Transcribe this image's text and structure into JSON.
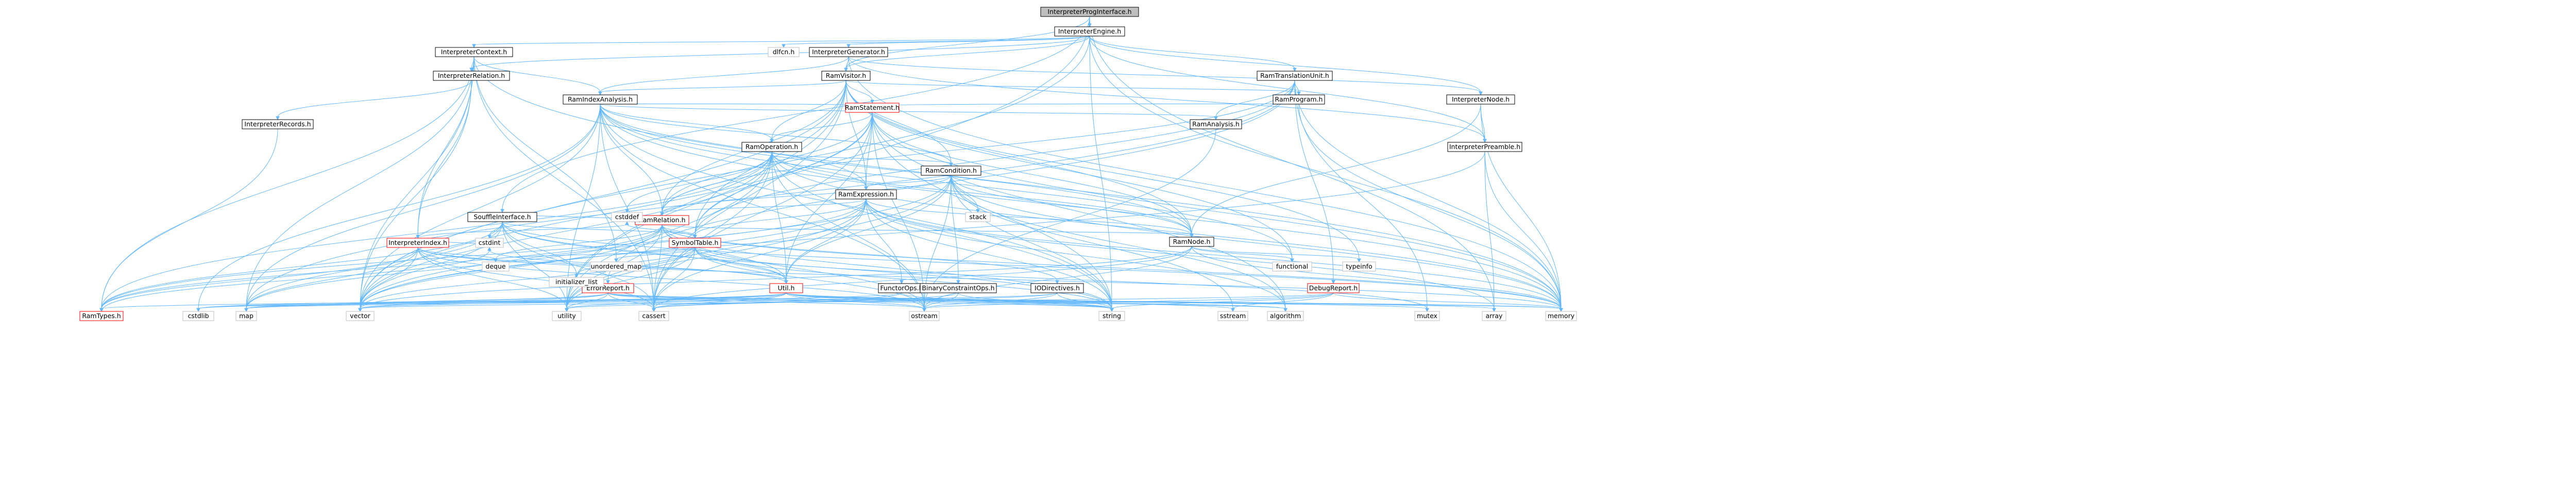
{
  "colors": {
    "root_fill": "#bfbfbf",
    "node_fill": "#ffffff",
    "node_stroke": "#000000",
    "truncated_stroke": "#ff0000",
    "system_stroke": "#bfbfbf",
    "edge": "#63b8ff",
    "text": "#000000"
  },
  "nodes": [
    {
      "id": "root",
      "label": "InterpreterProgInterface.h",
      "kind": "root"
    },
    {
      "id": "engine",
      "label": "InterpreterEngine.h",
      "kind": "local"
    },
    {
      "id": "context",
      "label": "InterpreterContext.h",
      "kind": "local"
    },
    {
      "id": "dlfcn",
      "label": "dlfcn.h",
      "kind": "system"
    },
    {
      "id": "generator",
      "label": "InterpreterGenerator.h",
      "kind": "local"
    },
    {
      "id": "relation",
      "label": "InterpreterRelation.h",
      "kind": "local"
    },
    {
      "id": "visitor",
      "label": "RamVisitor.h",
      "kind": "local"
    },
    {
      "id": "transunit",
      "label": "RamTranslationUnit.h",
      "kind": "local"
    },
    {
      "id": "indexanalysis",
      "label": "RamIndexAnalysis.h",
      "kind": "local"
    },
    {
      "id": "program",
      "label": "RamProgram.h",
      "kind": "local"
    },
    {
      "id": "interpnode",
      "label": "InterpreterNode.h",
      "kind": "local"
    },
    {
      "id": "records",
      "label": "InterpreterRecords.h",
      "kind": "local"
    },
    {
      "id": "statement",
      "label": "RamStatement.h",
      "kind": "truncated"
    },
    {
      "id": "analysis",
      "label": "RamAnalysis.h",
      "kind": "local"
    },
    {
      "id": "preamble",
      "label": "InterpreterPreamble.h",
      "kind": "local"
    },
    {
      "id": "operation",
      "label": "RamOperation.h",
      "kind": "local"
    },
    {
      "id": "condition",
      "label": "RamCondition.h",
      "kind": "local"
    },
    {
      "id": "souffle",
      "label": "SouffleInterface.h",
      "kind": "local"
    },
    {
      "id": "expression",
      "label": "RamExpression.h",
      "kind": "local"
    },
    {
      "id": "ramrelation",
      "label": "RamRelation.h",
      "kind": "truncated"
    },
    {
      "id": "ramnode",
      "label": "RamNode.h",
      "kind": "local"
    },
    {
      "id": "interpindex",
      "label": "InterpreterIndex.h",
      "kind": "truncated"
    },
    {
      "id": "symtab",
      "label": "SymbolTable.h",
      "kind": "truncated"
    },
    {
      "id": "errorreport",
      "label": "ErrorReport.h",
      "kind": "truncated"
    },
    {
      "id": "util",
      "label": "Util.h",
      "kind": "truncated"
    },
    {
      "id": "functorops",
      "label": "FunctorOps.h",
      "kind": "local"
    },
    {
      "id": "binconstr",
      "label": "BinaryConstraintOps.h",
      "kind": "local"
    },
    {
      "id": "iodirectives",
      "label": "IODirectives.h",
      "kind": "local"
    },
    {
      "id": "debugreport",
      "label": "DebugReport.h",
      "kind": "truncated"
    },
    {
      "id": "ramtypes",
      "label": "RamTypes.h",
      "kind": "truncated"
    },
    {
      "id": "stack",
      "label": "stack",
      "kind": "system"
    },
    {
      "id": "cstdint",
      "label": "cstdint",
      "kind": "system"
    },
    {
      "id": "cstddef",
      "label": "cstddef",
      "kind": "system"
    },
    {
      "id": "cstdlib",
      "label": "cstdlib",
      "kind": "system"
    },
    {
      "id": "map",
      "label": "map",
      "kind": "system"
    },
    {
      "id": "vector",
      "label": "vector",
      "kind": "system"
    },
    {
      "id": "utility",
      "label": "utility",
      "kind": "system"
    },
    {
      "id": "initlist",
      "label": "initializer_list",
      "kind": "system"
    },
    {
      "id": "cassert",
      "label": "cassert",
      "kind": "system"
    },
    {
      "id": "deque",
      "label": "deque",
      "kind": "system"
    },
    {
      "id": "unordmap",
      "label": "unordered_map",
      "kind": "system"
    },
    {
      "id": "ostream",
      "label": "ostream",
      "kind": "system"
    },
    {
      "id": "string",
      "label": "string",
      "kind": "system"
    },
    {
      "id": "functional",
      "label": "functional",
      "kind": "system"
    },
    {
      "id": "typeinfo",
      "label": "typeinfo",
      "kind": "system"
    },
    {
      "id": "sstream",
      "label": "sstream",
      "kind": "system"
    },
    {
      "id": "algorithm",
      "label": "algorithm",
      "kind": "system"
    },
    {
      "id": "mutex",
      "label": "mutex",
      "kind": "system"
    },
    {
      "id": "array",
      "label": "array",
      "kind": "system"
    },
    {
      "id": "memory",
      "label": "memory",
      "kind": "system"
    }
  ],
  "edges": [
    [
      "root",
      "engine"
    ],
    [
      "root",
      "visitor"
    ],
    [
      "root",
      "souffle"
    ],
    [
      "root",
      "utility"
    ],
    [
      "root",
      "array"
    ],
    [
      "engine",
      "context"
    ],
    [
      "engine",
      "dlfcn"
    ],
    [
      "engine",
      "generator"
    ],
    [
      "engine",
      "relation"
    ],
    [
      "engine",
      "visitor"
    ],
    [
      "engine",
      "transunit"
    ],
    [
      "engine",
      "interpnode"
    ],
    [
      "engine",
      "preamble"
    ],
    [
      "engine",
      "memory"
    ],
    [
      "engine",
      "string"
    ],
    [
      "engine",
      "vector"
    ],
    [
      "context",
      "relation"
    ],
    [
      "context",
      "indexanalysis"
    ],
    [
      "context",
      "interpindex"
    ],
    [
      "context",
      "ramtypes"
    ],
    [
      "context",
      "map"
    ],
    [
      "context",
      "vector"
    ],
    [
      "context",
      "memory"
    ],
    [
      "context",
      "unordmap"
    ],
    [
      "context",
      "cassert"
    ],
    [
      "generator",
      "visitor"
    ],
    [
      "generator",
      "interpnode"
    ],
    [
      "generator",
      "preamble"
    ],
    [
      "generator",
      "indexanalysis"
    ],
    [
      "generator",
      "memory"
    ],
    [
      "relation",
      "records"
    ],
    [
      "relation",
      "interpindex"
    ],
    [
      "relation",
      "vector"
    ],
    [
      "visitor",
      "indexanalysis"
    ],
    [
      "visitor",
      "program"
    ],
    [
      "visitor",
      "statement"
    ],
    [
      "visitor",
      "operation"
    ],
    [
      "visitor",
      "condition"
    ],
    [
      "visitor",
      "expression"
    ],
    [
      "visitor",
      "ramnode"
    ],
    [
      "visitor",
      "symtab"
    ],
    [
      "visitor",
      "functional"
    ],
    [
      "visitor",
      "typeinfo"
    ],
    [
      "visitor",
      "vector"
    ],
    [
      "visitor",
      "utility"
    ],
    [
      "visitor",
      "cassert"
    ],
    [
      "visitor",
      "ramrelation"
    ],
    [
      "transunit",
      "program"
    ],
    [
      "transunit",
      "analysis"
    ],
    [
      "transunit",
      "errorreport"
    ],
    [
      "transunit",
      "debugreport"
    ],
    [
      "transunit",
      "symtab"
    ],
    [
      "transunit",
      "memory"
    ],
    [
      "transunit",
      "map"
    ],
    [
      "transunit",
      "mutex"
    ],
    [
      "transunit",
      "ramrelation"
    ],
    [
      "indexanalysis",
      "statement"
    ],
    [
      "indexanalysis",
      "analysis"
    ],
    [
      "indexanalysis",
      "operation"
    ],
    [
      "indexanalysis",
      "condition"
    ],
    [
      "indexanalysis",
      "expression"
    ],
    [
      "indexanalysis",
      "ramrelation"
    ],
    [
      "indexanalysis",
      "ramnode"
    ],
    [
      "indexanalysis",
      "cstdlib"
    ],
    [
      "indexanalysis",
      "map"
    ],
    [
      "indexanalysis",
      "vector"
    ],
    [
      "indexanalysis",
      "utility"
    ],
    [
      "indexanalysis",
      "cassert"
    ],
    [
      "indexanalysis",
      "ostream"
    ],
    [
      "indexanalysis",
      "string"
    ],
    [
      "indexanalysis",
      "iomanip"
    ],
    [
      "indexanalysis",
      "memory"
    ],
    [
      "indexanalysis",
      "functional"
    ],
    [
      "program",
      "statement"
    ],
    [
      "program",
      "memory"
    ],
    [
      "interpnode",
      "preamble"
    ],
    [
      "interpnode",
      "ramnode"
    ],
    [
      "interpnode",
      "memory"
    ],
    [
      "records",
      "ramtypes"
    ],
    [
      "statement",
      "operation"
    ],
    [
      "statement",
      "expression"
    ],
    [
      "statement",
      "ramrelation"
    ],
    [
      "statement",
      "ramnode"
    ],
    [
      "statement",
      "symtab"
    ],
    [
      "statement",
      "util"
    ],
    [
      "statement",
      "memory"
    ],
    [
      "statement",
      "string"
    ],
    [
      "statement",
      "vector"
    ],
    [
      "statement",
      "cassert"
    ],
    [
      "statement",
      "algorithm"
    ],
    [
      "statement",
      "ostream"
    ],
    [
      "analysis",
      "ostream"
    ],
    [
      "preamble",
      "vector"
    ],
    [
      "preamble",
      "memory"
    ],
    [
      "preamble",
      "array"
    ],
    [
      "operation",
      "condition"
    ],
    [
      "operation",
      "expression"
    ],
    [
      "operation",
      "ramrelation"
    ],
    [
      "operation",
      "ramnode"
    ],
    [
      "operation",
      "symtab"
    ],
    [
      "operation",
      "util"
    ],
    [
      "operation",
      "ramtypes"
    ],
    [
      "operation",
      "cstddef"
    ],
    [
      "operation",
      "vector"
    ],
    [
      "operation",
      "string"
    ],
    [
      "operation",
      "memory"
    ],
    [
      "operation",
      "utility"
    ],
    [
      "operation",
      "ostream"
    ],
    [
      "operation",
      "iomanip"
    ],
    [
      "operation",
      "cassert"
    ],
    [
      "condition",
      "expression"
    ],
    [
      "condition",
      "ramrelation"
    ],
    [
      "condition",
      "ramnode"
    ],
    [
      "condition",
      "binconstr"
    ],
    [
      "condition",
      "stack"
    ],
    [
      "condition",
      "util"
    ],
    [
      "condition",
      "vector"
    ],
    [
      "condition",
      "memory"
    ],
    [
      "condition",
      "string"
    ],
    [
      "condition",
      "sstream"
    ],
    [
      "condition",
      "ostream"
    ],
    [
      "condition",
      "utility"
    ],
    [
      "condition",
      "algorithm"
    ],
    [
      "souffle",
      "ramtypes"
    ],
    [
      "souffle",
      "symtab"
    ],
    [
      "souffle",
      "util"
    ],
    [
      "souffle",
      "cstddef"
    ],
    [
      "souffle",
      "map"
    ],
    [
      "souffle",
      "vector"
    ],
    [
      "souffle",
      "utility"
    ],
    [
      "souffle",
      "initlist"
    ],
    [
      "souffle",
      "string"
    ],
    [
      "souffle",
      "tuple"
    ],
    [
      "souffle",
      "memory"
    ],
    [
      "souffle",
      "cassert"
    ],
    [
      "souffle",
      "cstdint"
    ],
    [
      "expression",
      "functorops"
    ],
    [
      "expression",
      "ramnode"
    ],
    [
      "expression",
      "ramrelation"
    ],
    [
      "expression",
      "symtab"
    ],
    [
      "expression",
      "util"
    ],
    [
      "expression",
      "ramtypes"
    ],
    [
      "expression",
      "vector"
    ],
    [
      "expression",
      "memory"
    ],
    [
      "expression",
      "string"
    ],
    [
      "expression",
      "algorithm"
    ],
    [
      "expression",
      "array"
    ],
    [
      "expression",
      "cassert"
    ],
    [
      "expression",
      "utility"
    ],
    [
      "ramrelation",
      "ramnode"
    ],
    [
      "ramrelation",
      "symtab"
    ],
    [
      "ramrelation",
      "util"
    ],
    [
      "ramrelation",
      "ramtypes"
    ],
    [
      "ramrelation",
      "iodirectives"
    ],
    [
      "ramrelation",
      "cstddef"
    ],
    [
      "ramrelation",
      "string"
    ],
    [
      "ramrelation",
      "memory"
    ],
    [
      "ramrelation",
      "vector"
    ],
    [
      "ramrelation",
      "utility"
    ],
    [
      "ramrelation",
      "ostream"
    ],
    [
      "ramrelation",
      "cassert"
    ],
    [
      "ramrelation",
      "map"
    ],
    [
      "ramrelation",
      "deque"
    ],
    [
      "ramnode",
      "functional"
    ],
    [
      "ramnode",
      "typeinfo"
    ],
    [
      "ramnode",
      "vector"
    ],
    [
      "ramnode",
      "memory"
    ],
    [
      "ramnode",
      "ostream"
    ],
    [
      "ramnode",
      "cassert"
    ],
    [
      "interpindex",
      "ramtypes"
    ],
    [
      "interpindex",
      "util"
    ],
    [
      "interpindex",
      "deque"
    ],
    [
      "interpindex",
      "map"
    ],
    [
      "interpindex",
      "vector"
    ],
    [
      "interpindex",
      "utility"
    ],
    [
      "interpindex",
      "cassert"
    ],
    [
      "interpindex",
      "ostream"
    ],
    [
      "interpindex",
      "memory"
    ],
    [
      "interpindex",
      "cstddef"
    ],
    [
      "interpindex",
      "cstdint"
    ],
    [
      "symtab",
      "util"
    ],
    [
      "symtab",
      "deque"
    ],
    [
      "symtab",
      "unordmap"
    ],
    [
      "symtab",
      "initlist"
    ],
    [
      "symtab",
      "mutex"
    ],
    [
      "symtab",
      "string"
    ],
    [
      "symtab",
      "ostream"
    ],
    [
      "symtab",
      "vector"
    ],
    [
      "symtab",
      "utility"
    ],
    [
      "symtab",
      "cassert"
    ],
    [
      "symtab",
      "cstddef"
    ],
    [
      "errorreport",
      "ostream"
    ],
    [
      "errorreport",
      "string"
    ],
    [
      "errorreport",
      "vector"
    ],
    [
      "errorreport",
      "map"
    ],
    [
      "errorreport",
      "cassert"
    ],
    [
      "errorreport",
      "cstdlib"
    ],
    [
      "errorreport",
      "utility"
    ],
    [
      "errorreport",
      "algorithm"
    ],
    [
      "errorreport",
      "memory"
    ],
    [
      "util",
      "cassert"
    ],
    [
      "util",
      "ostream"
    ],
    [
      "util",
      "string"
    ],
    [
      "util",
      "vector"
    ],
    [
      "util",
      "map"
    ],
    [
      "util",
      "utility"
    ],
    [
      "util",
      "memory"
    ],
    [
      "util",
      "sstream"
    ],
    [
      "util",
      "algorithm"
    ],
    [
      "util",
      "array"
    ],
    [
      "util",
      "ramtypes"
    ],
    [
      "util",
      "mutex"
    ],
    [
      "util",
      "cstdlib"
    ],
    [
      "util",
      "cstdint"
    ],
    [
      "functorops",
      "cassert"
    ],
    [
      "functorops",
      "string"
    ],
    [
      "functorops",
      "cstdlib"
    ],
    [
      "binconstr",
      "ostream"
    ],
    [
      "binconstr",
      "string"
    ],
    [
      "binconstr",
      "cassert"
    ],
    [
      "iodirectives",
      "string"
    ],
    [
      "iodirectives",
      "map"
    ],
    [
      "iodirectives",
      "ostream"
    ],
    [
      "iodirectives",
      "utility"
    ],
    [
      "debugreport",
      "string"
    ],
    [
      "debugreport",
      "ostream"
    ],
    [
      "debugreport",
      "sstream"
    ],
    [
      "debugreport",
      "vector"
    ],
    [
      "debugreport",
      "memory"
    ],
    [
      "ramtypes",
      "cstdint"
    ]
  ]
}
